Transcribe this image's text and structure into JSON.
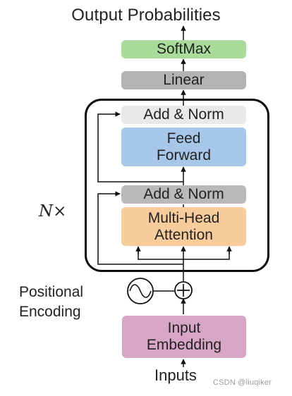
{
  "diagram": {
    "title": "Output Probabilities",
    "softmax": "SoftMax",
    "linear": "Linear",
    "add_norm_top": "Add & Norm",
    "feed_forward_line1": "Feed",
    "feed_forward_line2": "Forward",
    "add_norm_bottom": "Add & Norm",
    "multi_head_line1": "Multi-Head",
    "multi_head_line2": "Attention",
    "repeat_label": "N×",
    "positional_encoding_line1": "Positional",
    "positional_encoding_line2": "Encoding",
    "input_embedding_line1": "Input",
    "input_embedding_line2": "Embedding",
    "inputs": "Inputs",
    "watermark": "CSDN @liuqiker"
  },
  "colors": {
    "softmax": "#a9dc9b",
    "linear": "#b3b3b3",
    "add_norm_top": "#e9e9e9",
    "feed_forward": "#a7c7e8",
    "add_norm_bottom": "#b9b9b9",
    "multi_head_attention": "#f9cc9c",
    "input_embedding": "#d7a5c6",
    "stack_border": "#0a0a0a"
  },
  "icons": {
    "positional_encoding": "sine-wave-circle-icon",
    "add": "circle-plus-icon"
  }
}
